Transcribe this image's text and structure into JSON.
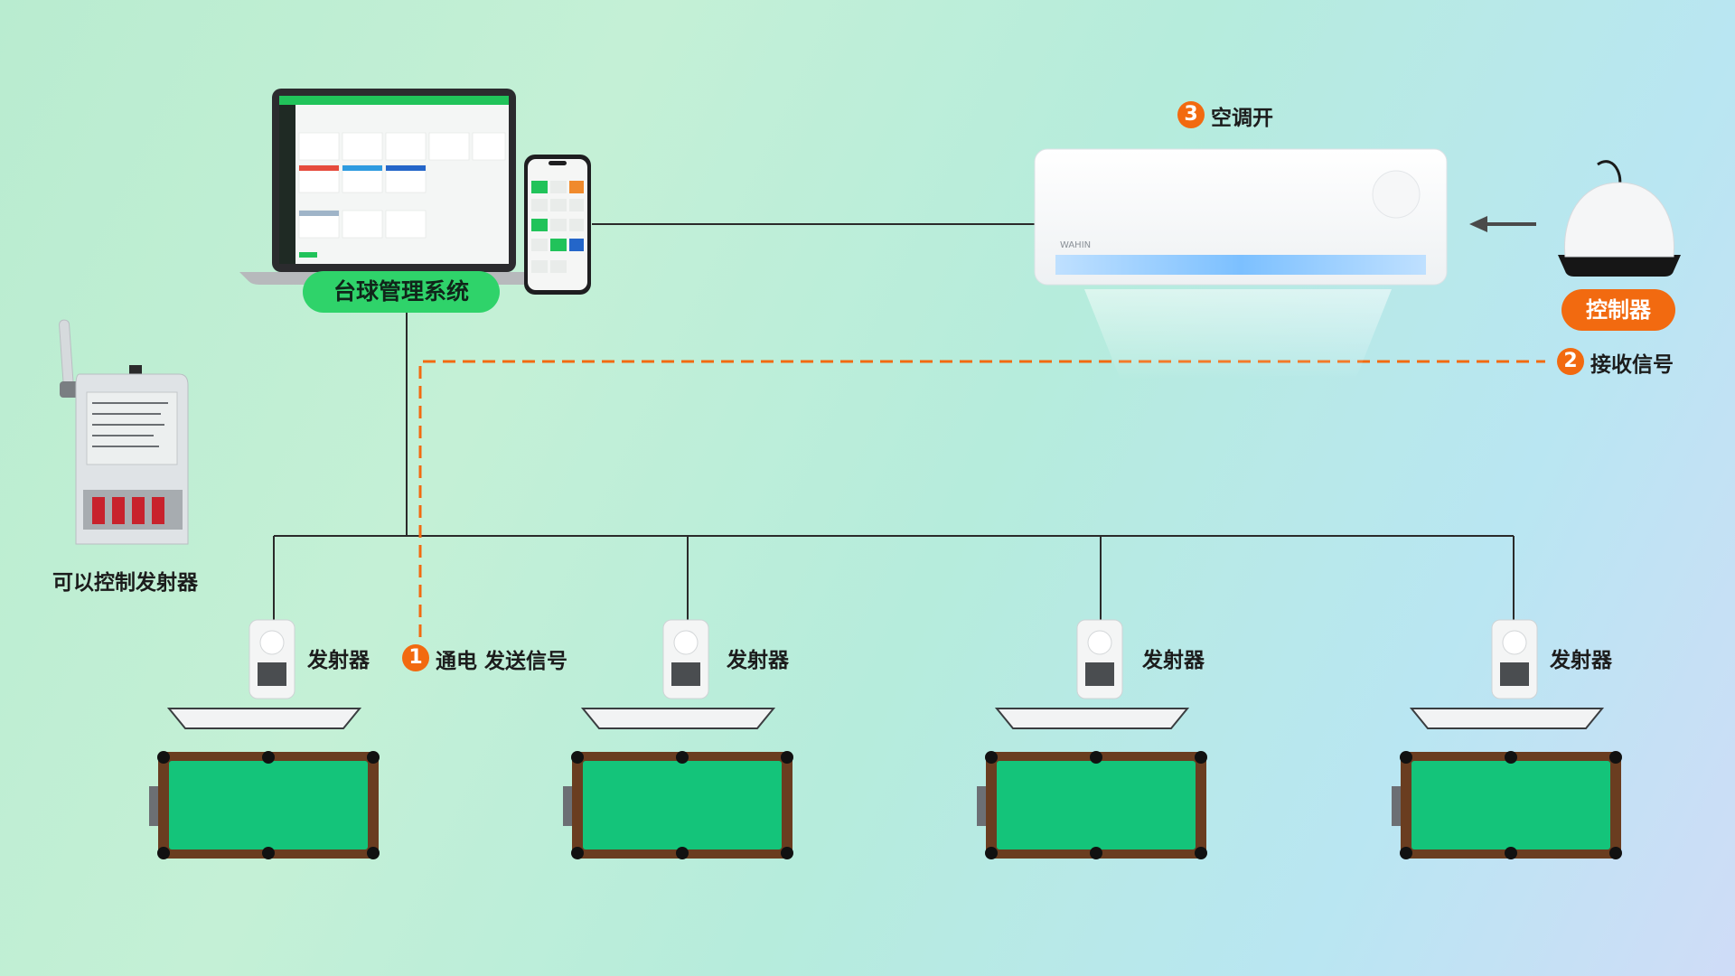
{
  "system": {
    "label": "台球管理系统"
  },
  "steps": [
    {
      "num": "1",
      "text": "通电  发送信号"
    },
    {
      "num": "2",
      "text": "接收信号"
    },
    {
      "num": "3",
      "text": "空调开"
    }
  ],
  "controller": {
    "label": "控制器"
  },
  "switch_device": {
    "label": "可以控制发射器"
  },
  "emitters": [
    {
      "label": "发射器"
    },
    {
      "label": "发射器"
    },
    {
      "label": "发射器"
    },
    {
      "label": "发射器"
    }
  ],
  "ac_unit": {
    "brand": "WAHIN"
  },
  "colors": {
    "accent_orange": "#f26a10",
    "system_green": "#2fd36a",
    "table_felt": "#14c47a",
    "line": "#2a2a2a"
  }
}
